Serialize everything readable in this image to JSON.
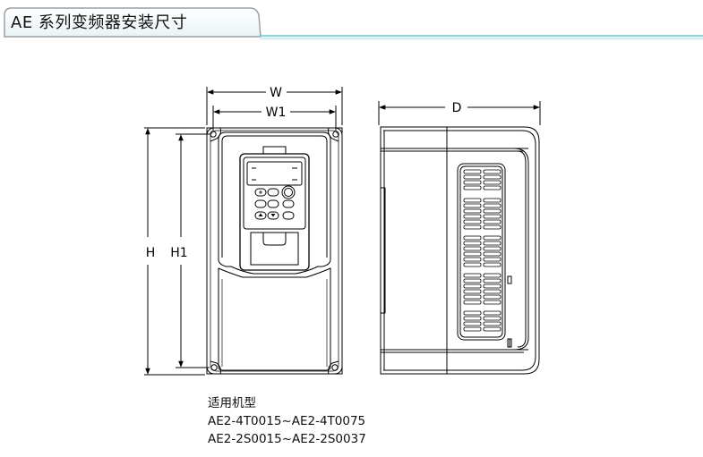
{
  "header": {
    "title": "AE 系列变频器安装尺寸",
    "accent_color": "#7fd0d8"
  },
  "dimensions": {
    "width": "W",
    "inner_width": "W1",
    "height": "H",
    "inner_height": "H1",
    "depth": "D"
  },
  "models": {
    "heading": "适用机型",
    "lines": [
      "AE2-4T0015~AE2-4T0075",
      "AE2-2S0015~AE2-2S0037"
    ]
  }
}
